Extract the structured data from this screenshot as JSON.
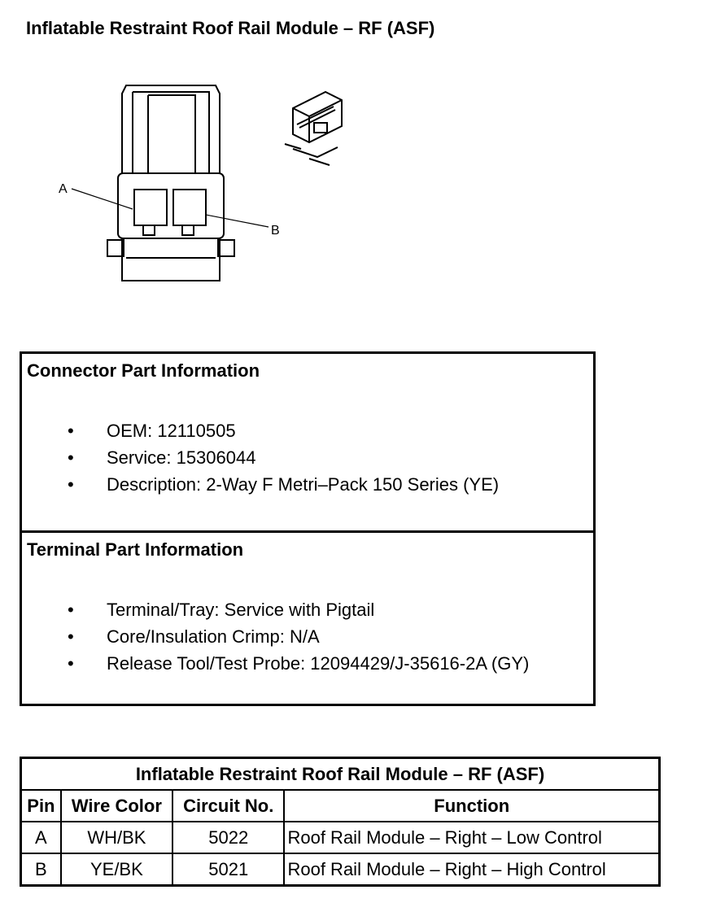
{
  "page": {
    "title": "Inflatable Restraint Roof Rail Module – RF (ASF)"
  },
  "drawing": {
    "callout_a": "A",
    "callout_b": "B"
  },
  "connector": {
    "heading": "Connector Part Information",
    "items": [
      "OEM: 12110505",
      "Service: 15306044",
      "Description: 2-Way F Metri–Pack 150 Series (YE)"
    ]
  },
  "terminal": {
    "heading": "Terminal Part Information",
    "items": [
      "Terminal/Tray: Service with Pigtail",
      "Core/Insulation Crimp: N/A",
      "Release Tool/Test Probe: 12094429/J-35616-2A (GY)"
    ]
  },
  "bullet_glyph": "•",
  "pin_table": {
    "title": "Inflatable Restraint Roof Rail Module – RF (ASF)",
    "headers": [
      "Pin",
      "Wire Color",
      "Circuit No.",
      "Function"
    ],
    "rows": [
      [
        "A",
        "WH/BK",
        "5022",
        "Roof Rail Module – Right – Low Control"
      ],
      [
        "B",
        "YE/BK",
        "5021",
        "Roof Rail Module – Right – High Control"
      ]
    ]
  }
}
